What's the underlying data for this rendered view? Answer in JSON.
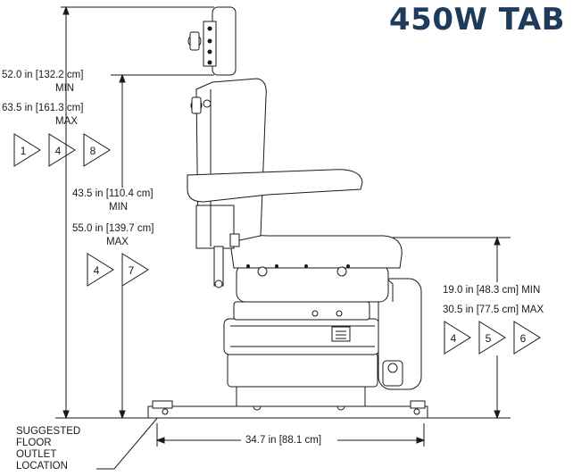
{
  "title": "450W TAB",
  "headrest_height": {
    "min_value": "52.0 in  [132.2 cm]",
    "min_label": "MIN",
    "max_value": "63.5 in  [161.3 cm]",
    "max_label": "MAX",
    "refs": [
      "1",
      "4",
      "8"
    ]
  },
  "backrest_height": {
    "min_value": "43.5 in  [110.4 cm]",
    "min_label": "MIN",
    "max_value": "55.0 in  [139.7 cm]",
    "max_label": "MAX",
    "refs": [
      "4",
      "7"
    ]
  },
  "seat_height": {
    "min_text": "19.0 in  [48.3 cm] MIN",
    "max_text": "30.5 in  [77.5 cm] MAX",
    "refs": [
      "4",
      "5",
      "6"
    ]
  },
  "base_length": "34.7 in  [88.1 cm]",
  "outlet_note": [
    "SUGGESTED",
    "FLOOR",
    "OUTLET",
    "LOCATION"
  ],
  "colors": {
    "title": "#1f3b5c",
    "line": "#1a1a1a",
    "chair_fill": "#ffffff"
  }
}
